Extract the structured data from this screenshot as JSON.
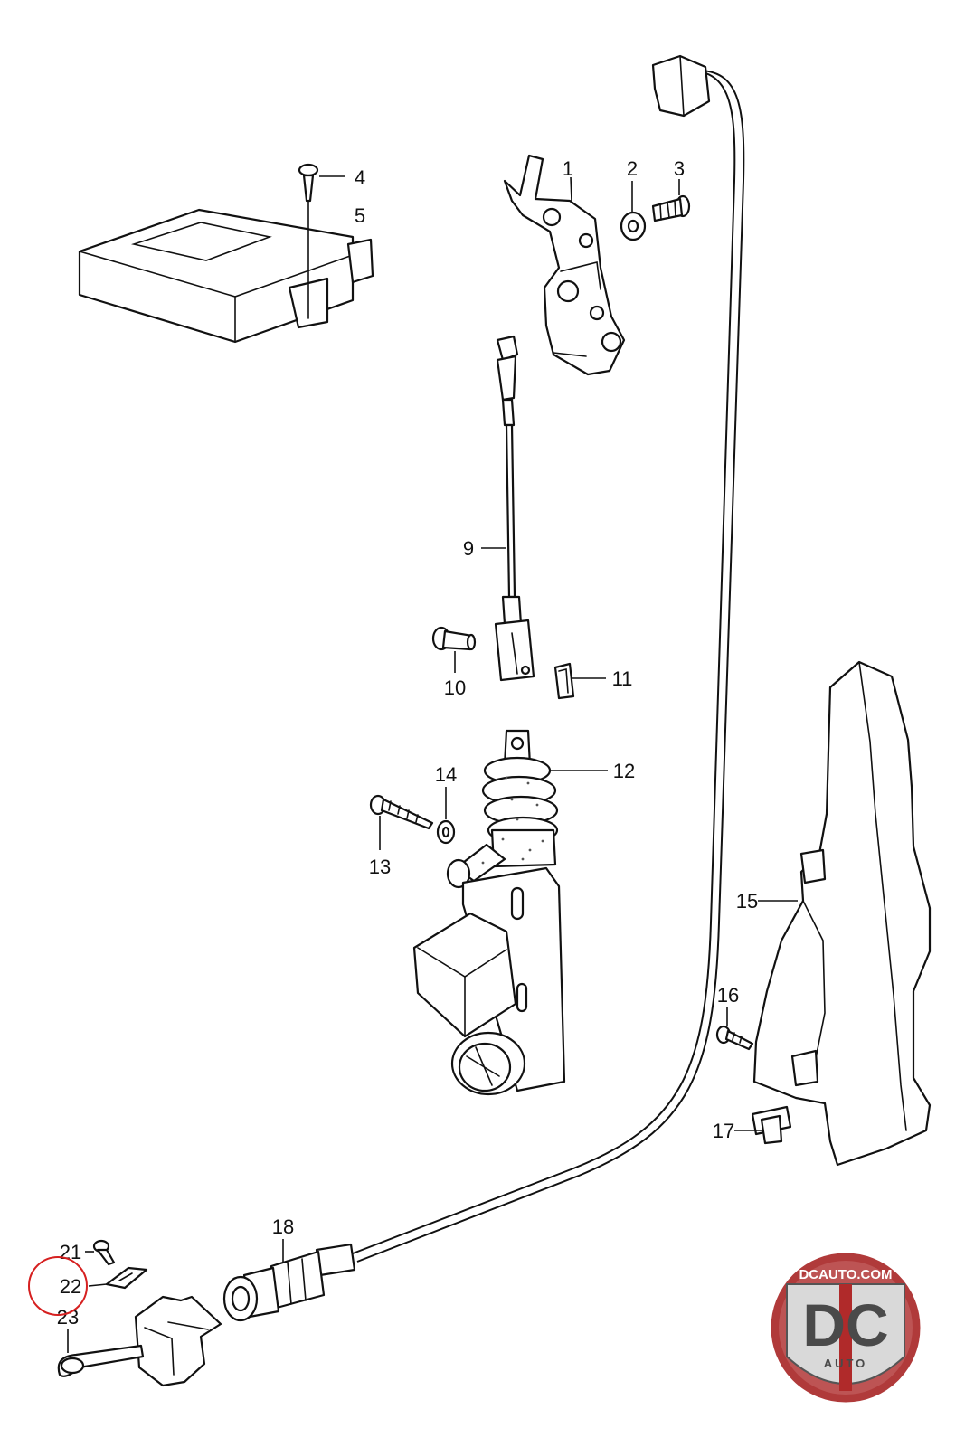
{
  "callouts": [
    {
      "num": "1"
    },
    {
      "num": "2"
    },
    {
      "num": "3"
    },
    {
      "num": "4"
    },
    {
      "num": "5"
    },
    {
      "num": "9"
    },
    {
      "num": "10"
    },
    {
      "num": "11"
    },
    {
      "num": "12"
    },
    {
      "num": "13"
    },
    {
      "num": "14"
    },
    {
      "num": "15"
    },
    {
      "num": "16"
    },
    {
      "num": "17"
    },
    {
      "num": "18"
    },
    {
      "num": "21"
    },
    {
      "num": "22"
    },
    {
      "num": "23"
    }
  ],
  "highlight": {
    "target": "22",
    "color": "#d62020"
  },
  "logo": {
    "site": "DCAUTO.COM",
    "mark": "DC",
    "word": "AUTO",
    "ring_color": "#b03a3a"
  }
}
